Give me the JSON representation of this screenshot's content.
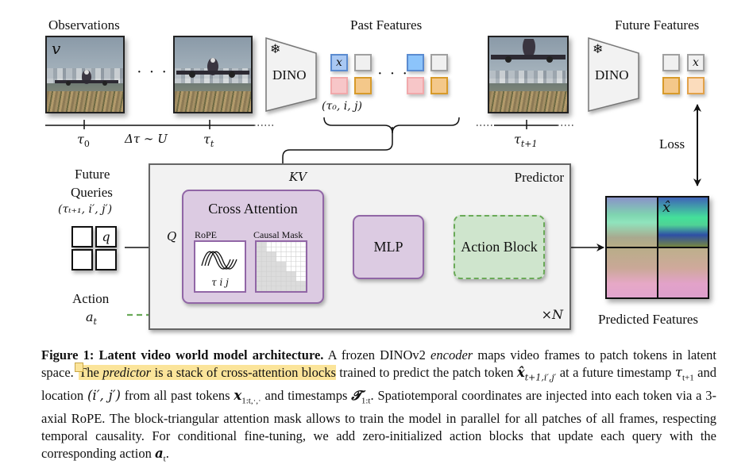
{
  "figure": {
    "top_labels": {
      "observations": "Observations",
      "past_features": "Past Features",
      "future_features": "Future Features"
    },
    "observation_frame_symbol": "v",
    "ellipsis": "· · ·",
    "timeline": {
      "tau_0": "τ",
      "tau_0_sub": "0",
      "delta": "Δτ ∼ U",
      "tau_t": "τ",
      "tau_t_sub": "t",
      "tau_t1": "τ",
      "tau_t1_sub": "t+1"
    },
    "encoder": {
      "label": "DINO",
      "frozen_icon": "snowflake-icon",
      "frozen_glyph": "❄"
    },
    "past_token_symbol": "x",
    "past_token_coords": "(τ₀, i, j)",
    "future_token_symbol": "x",
    "kv_label": "KV",
    "loss_label": "Loss",
    "future_queries": {
      "title_line1": "Future",
      "title_line2": "Queries",
      "coords": "(τₜ₊₁, i′, j′)",
      "query_symbol": "q",
      "q_arrow_label": "Q"
    },
    "action": {
      "title": "Action",
      "symbol": "a",
      "symbol_sub": "t"
    },
    "predictor": {
      "title": "Predictor",
      "repeat": "×N",
      "cross_attention": {
        "title": "Cross Attention",
        "rope_label": "RoPE",
        "rope_axes": "τ  i  j",
        "mask_label": "Causal Mask"
      },
      "mlp": "MLP",
      "action_block": "Action Block"
    },
    "predicted": {
      "label": "Predicted Features",
      "symbol": "x̂"
    },
    "colors": {
      "purple_fill": "#dccbe2",
      "purple_border": "#9166a6",
      "green_fill": "#cfe5cd",
      "green_border": "#6aaa58",
      "highlight": "#fbe49a"
    }
  },
  "caption": {
    "label": "Figure 1: Latent video world model architecture.",
    "s1a": " A frozen DINOv2 ",
    "s1_em": "encoder",
    "s1b": " maps video frames to patch tokens in latent space. ",
    "hl_a": "The ",
    "hl_em": "predictor",
    "hl_b": " is a stack of cross-attention blocks",
    "s2a": " trained to predict the patch token ",
    "m1": "x̂",
    "m1_sub": "t+1,i′,j′",
    "s2b": " at a future timestamp ",
    "m2": "τ",
    "m2_sub": "t+1",
    "s2c": " and location ",
    "m3": "(i′, j′)",
    "s2d": " from all past tokens ",
    "m4": "x",
    "m4_sub": "1:t,·,·",
    "s2e": " and timestamps ",
    "m5": "𝓣",
    "m5_sub": "1:t",
    "s2f": ". Spatiotemporal coordinates are injected into each token via a 3-axial RoPE. The block-triangular attention mask allows to train the model in parallel for all patches of all frames, respecting temporal causality. For conditional fine-tuning, we add zero-initialized action blocks that update each query with the corresponding action ",
    "m6": "a",
    "m6_sub": "t",
    "s3": "."
  }
}
